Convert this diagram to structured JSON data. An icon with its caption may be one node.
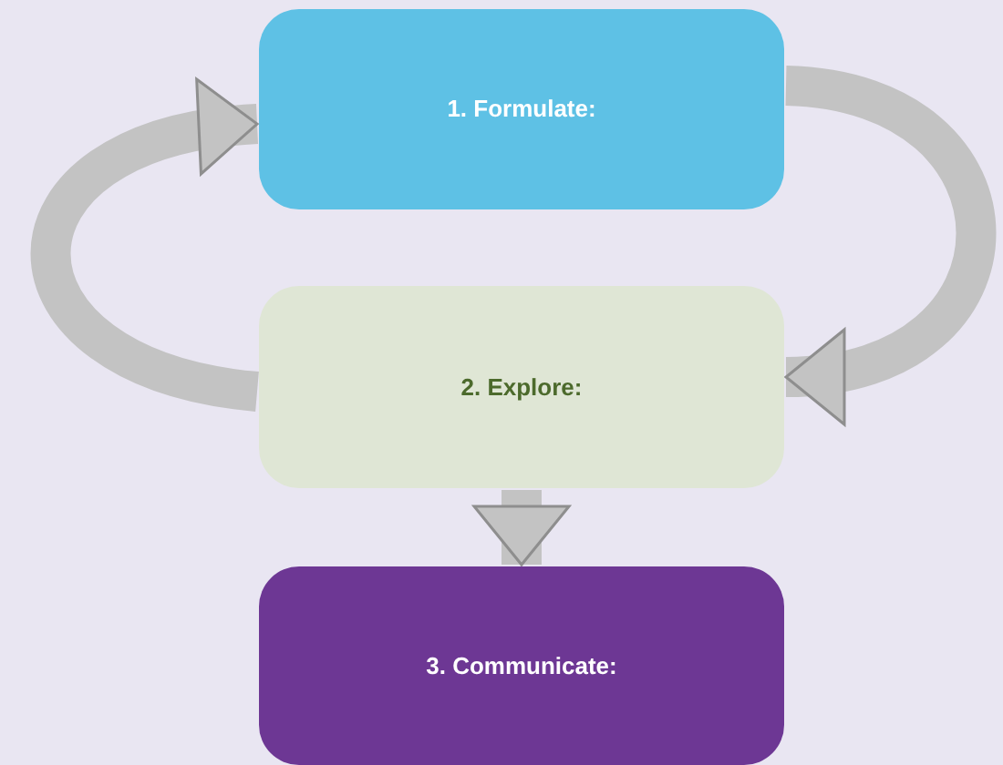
{
  "diagram": {
    "nodes": [
      {
        "text": [
          "1. Formulate:"
        ]
      },
      {
        "text": [
          "2. Explore:"
        ]
      },
      {
        "text": [
          "3. Communicate:"
        ]
      }
    ],
    "edges": [
      {
        "from": 1,
        "to": 0,
        "arrow": "to"
      },
      {
        "from": 0,
        "to": 1,
        "arrow": "to"
      },
      {
        "from": 1,
        "to": 2,
        "arrow": "to"
      }
    ]
  }
}
